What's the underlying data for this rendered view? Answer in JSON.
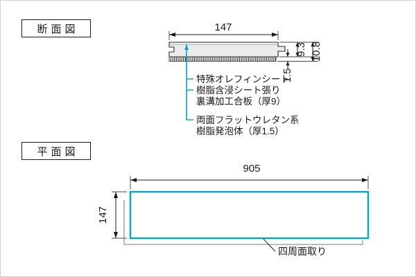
{
  "sections": {
    "cross_section_label": "断面図",
    "plan_view_label": "平面図"
  },
  "cross_section": {
    "width": "147",
    "dim_board": "9.3",
    "dim_total": "10.8",
    "dim_foam": "1.5",
    "callout_1": "特殊オレフィンシート",
    "callout_2a": "樹脂含浸シート張り",
    "callout_2b": "裏溝加工合板（厚9）",
    "callout_3a": "両面フラットウレタン系",
    "callout_3b": "樹脂発泡体（厚1.5）"
  },
  "plan_view": {
    "width": "905",
    "height": "147",
    "note": "四周面取り"
  },
  "colors": {
    "accent_cyan": "#00A5C9",
    "line_black": "#1a1a1a",
    "shadow_gray": "#b3b3b3",
    "board_fill": "#ececec"
  }
}
